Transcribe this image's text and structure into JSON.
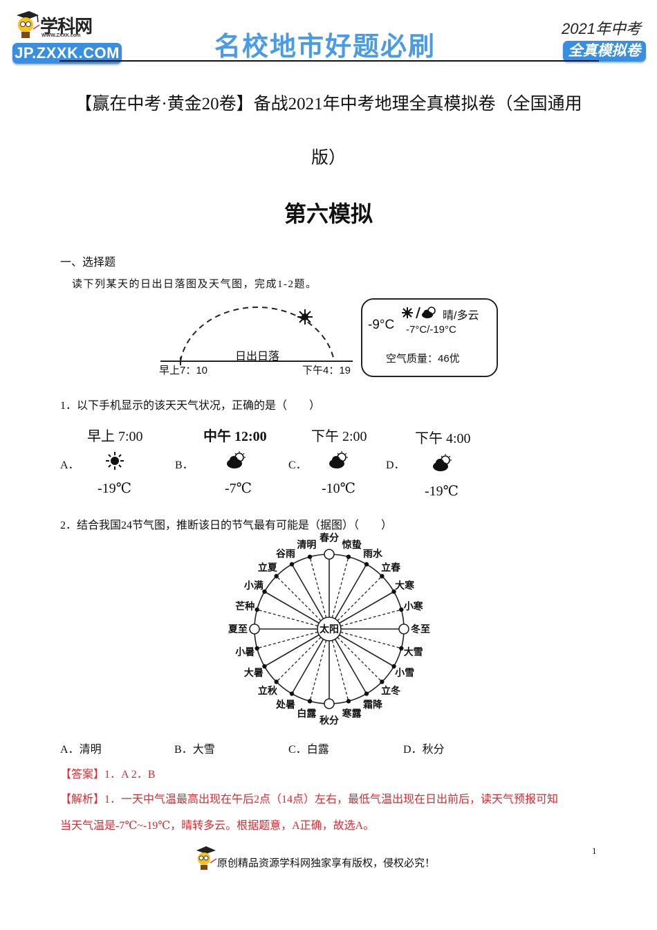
{
  "header": {
    "logo_name": "学科网",
    "logo_url_small": "WWW.ZXXK.com",
    "logo_badge": "JP.ZXXK.COM",
    "slogan": "名校地市好题必刷",
    "year_label": "2021年中考",
    "badge_label": "全真模拟卷",
    "accent_color": "#3a8ee0",
    "slogan_color": "#4a9be6"
  },
  "document": {
    "title_line1": "【赢在中考·黄金20卷】备战2021年中考地理全真模拟卷（全国通用",
    "title_line2": "版）",
    "section_title": "第六模拟"
  },
  "part": {
    "heading": "一、选择题",
    "intro": "读下列某天的日出日落图及天气图，完成1-2题。"
  },
  "sun_diagram": {
    "label": "日出日落",
    "sunrise": "早上7：10",
    "sunset": "下午4：19"
  },
  "weather_card": {
    "current_temp": "-9°C",
    "condition": "晴/多云",
    "range": "-7°C/-19°C",
    "air_quality": "空气质量：46优",
    "icons": [
      "sun-icon",
      "cloud-sun-icon"
    ]
  },
  "question1": {
    "text": "1．以下手机显示的该天天气状况，正确的是（　　）",
    "options": [
      {
        "letter": "A．",
        "time": "早上 7:00",
        "icon": "sun-icon",
        "temp": "-19℃"
      },
      {
        "letter": "B．",
        "time": "中午 12:00",
        "icon": "cloud-sun-icon",
        "temp": "-7℃"
      },
      {
        "letter": "C．",
        "time": "下午 2:00",
        "icon": "cloud-sun-icon",
        "temp": "-10℃"
      },
      {
        "letter": "D．",
        "time": "下午 4:00",
        "icon": "cloud-sun-icon",
        "temp": "-19℃"
      }
    ]
  },
  "question2": {
    "text": "2．结合我国24节气图，推断该日的节气最有可能是（据图）（　　）",
    "diagram": {
      "center_label": "太阳",
      "terms": [
        "春分",
        "惊蛰",
        "雨水",
        "立春",
        "大寒",
        "小寒",
        "冬至",
        "大雪",
        "小雪",
        "立冬",
        "霜降",
        "寒露",
        "秋分",
        "白露",
        "处暑",
        "立秋",
        "大暑",
        "小暑",
        "夏至",
        "芒种",
        "小满",
        "立夏",
        "谷雨",
        "清明"
      ]
    },
    "options": [
      {
        "letter": "A．",
        "text": "清明"
      },
      {
        "letter": "B．",
        "text": "大雪"
      },
      {
        "letter": "C．",
        "text": "白露"
      },
      {
        "letter": "D．",
        "text": "秋分"
      }
    ]
  },
  "answer": {
    "label": "【答案】",
    "text": "1．A 2．B"
  },
  "analysis": {
    "label": "【解析】",
    "line1": "1．一天中气温最高出现在午后2点（14点）左右，最低气温出现在日出前后，读天气预报可知",
    "line2": "当天气温是-7℃~-19℃，晴转多云。根据题意，A正确，故选A。",
    "color": "#e0282e"
  },
  "footer": {
    "copyright": "原创精品资源学科网独家享有版权，侵权必究！",
    "page_number": "1"
  }
}
